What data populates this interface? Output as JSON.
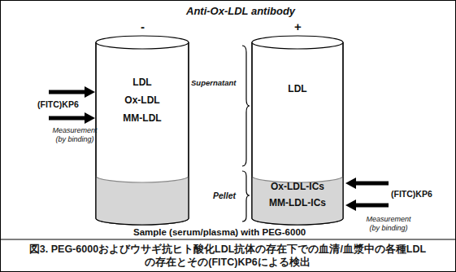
{
  "diagram": {
    "caption": "図3. PEG-6000およびウサギ抗ヒト酸化LDL抗体の存在下での血清/血漿中の各種LDLの存在とその(FITC)KP6による検出",
    "nodes": [
      {
        "text": [
          "LDL",
          "Ox-LDL",
          "MM-LDL"
        ]
      },
      {
        "text": [
          "LDL"
        ]
      },
      {
        "text": [
          "Ox-LDL-ICs",
          "MM-LDL-ICs"
        ],
        "in": 1
      }
    ],
    "labels": [
      "Anti-Ox-LDL antibody",
      "-",
      "+",
      "Supernatant",
      "Pellet",
      "(FITC)KP6",
      "Measurement (by binding)",
      "(FITC)KP6",
      "Measurement (by binding)",
      "Sample (serum/plasma) with PEG-6000"
    ]
  }
}
